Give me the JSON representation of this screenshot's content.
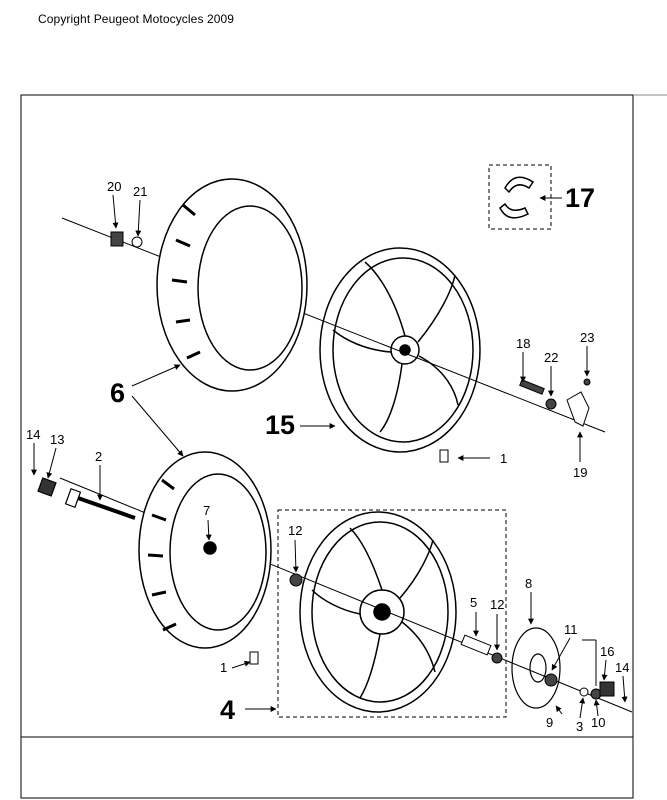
{
  "header": {
    "copyright": "Copyright Peugeot Motocycles 2009"
  },
  "labels": {
    "p20": "20",
    "p21": "21",
    "p17": "17",
    "p6": "6",
    "p15": "15",
    "p18": "18",
    "p22": "22",
    "p23": "23",
    "p19": "19",
    "p1a": "1",
    "p14a": "14",
    "p13": "13",
    "p2": "2",
    "p7": "7",
    "p12a": "12",
    "p5": "5",
    "p12b": "12",
    "p8": "8",
    "p11": "11",
    "p16": "16",
    "p14b": "14",
    "p1b": "1",
    "p4": "4",
    "p9": "9",
    "p3": "3",
    "p10": "10"
  }
}
